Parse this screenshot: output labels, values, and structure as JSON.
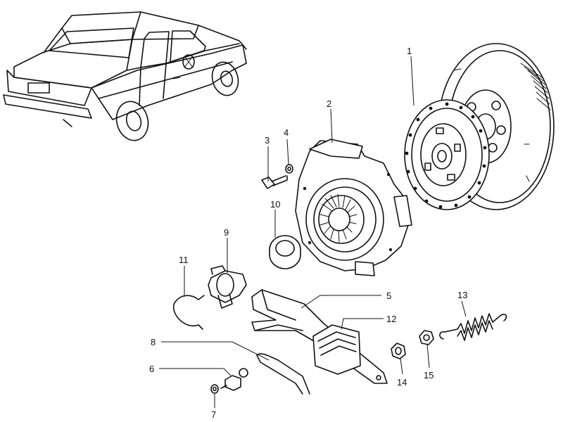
{
  "parts": [
    {
      "number": "1"
    },
    {
      "number": "2"
    },
    {
      "number": "3"
    },
    {
      "number": "4"
    },
    {
      "number": "5"
    },
    {
      "number": "6"
    },
    {
      "number": "7"
    },
    {
      "number": "8"
    },
    {
      "number": "9"
    },
    {
      "number": "10"
    },
    {
      "number": "11"
    },
    {
      "number": "12"
    },
    {
      "number": "13"
    },
    {
      "number": "14"
    },
    {
      "number": "15"
    }
  ],
  "colors": {
    "line": "#111111",
    "background": "#ffffff"
  },
  "icons": [
    "sedan-car-illustration",
    "flywheel",
    "clutch-disc",
    "pressure-plate",
    "release-bearing",
    "withdrawal-lever",
    "return-spring"
  ]
}
